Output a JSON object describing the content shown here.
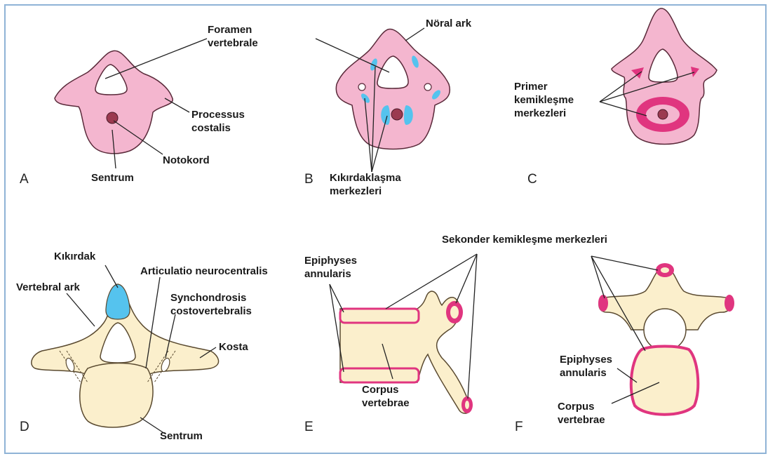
{
  "panels": [
    "A",
    "B",
    "C",
    "D",
    "E",
    "F"
  ],
  "labels": {
    "foramen_vertebrale": "Foramen\nvertebrale",
    "processus_costalis": "Processus\ncostalis",
    "notokord": "Notokord",
    "sentrum_a": "Sentrum",
    "noral_ark": "Nöral ark",
    "kikirdaklasma": "Kıkırdaklaşma\nmerkezleri",
    "primer": "Primer\nkemikleşme\nmerkezleri",
    "kikirdak": "Kıkırdak",
    "vertebral_ark": "Vertebral ark",
    "articulatio": "Articulatio neurocentralis",
    "synchondrosis": "Synchondrosis\ncostovertebralis",
    "kosta": "Kosta",
    "sentrum_d": "Sentrum",
    "epiphyses_e": "Epiphyses\nannularis",
    "sekonder": "Sekonder kemikleşme merkezleri",
    "corpus_e": "Corpus\nvertebrae",
    "epiphyses_f": "Epiphyses\nannularis",
    "corpus_f": "Corpus\nvertebrae"
  },
  "colors": {
    "pink": "#f4b6cf",
    "pink_stroke": "#5a2a3a",
    "cyan": "#55c3ee",
    "magenta": "#e0357f",
    "bone": "#fbefcc",
    "bone_stroke": "#5a4a30",
    "dark": "#9b3a50",
    "frame": "#8fb3d6"
  }
}
